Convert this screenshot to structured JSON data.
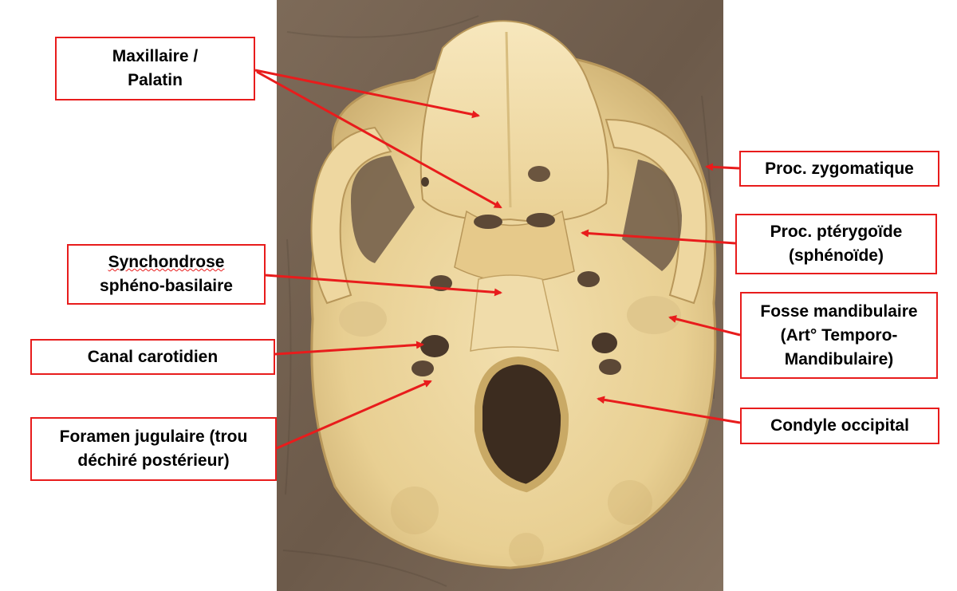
{
  "diagram": {
    "labels": {
      "maxillaire_palatin": "Maxillaire /\nPalatin",
      "proc_zygomatique": "Proc. zygomatique",
      "proc_pterygoide": "Proc. ptérygoïde\n(sphénoïde)",
      "synchondrose_line1": "Synchondrose",
      "synchondrose_line2": "sphéno-basilaire",
      "fosse_mandibulaire": "Fosse mandibulaire\n(Art° Temporo-\nMandibulaire)",
      "canal_carotidien": "Canal carotidien",
      "condyle_occipital": "Condyle occipital",
      "foramen_jugulaire": "Foramen jugulaire (trou\ndéchiré postérieur)"
    },
    "colors": {
      "label_border": "#e81c1c",
      "arrow": "#e81c1c",
      "text": "#000000"
    }
  }
}
